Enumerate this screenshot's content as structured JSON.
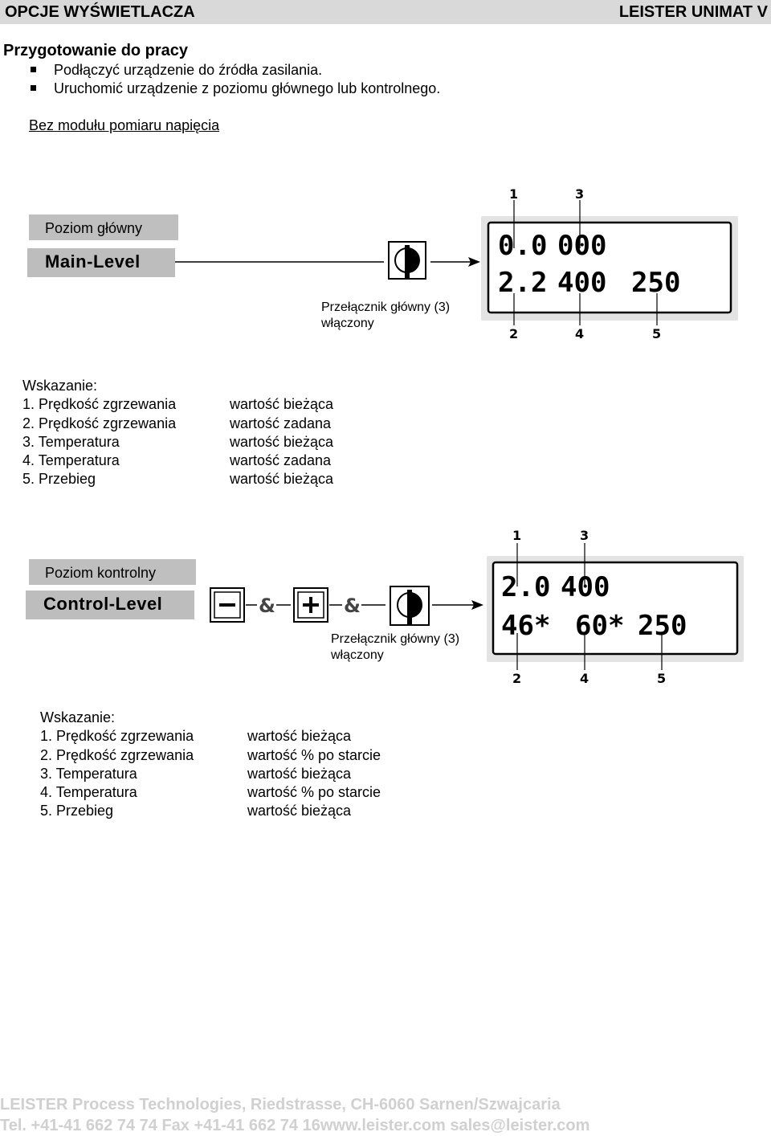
{
  "header": {
    "left": "OPCJE WYŚWIETLACZA",
    "right": "LEISTER UNIMAT V"
  },
  "prep": {
    "title": "Przygotowanie do pracy",
    "bullets": [
      "Podłączyć urządzenie do źródła zasilania.",
      "Uruchomić urządzenie z poziomu głównego lub kontrolnego."
    ]
  },
  "subheading": "Bez modułu pomiaru napięcia",
  "main_level": {
    "bar_label": "Poziom główny",
    "level_name": "Main-Level",
    "switch_note_line1": "Przełącznik główny  (3)",
    "switch_note_line2": "włączony",
    "display": {
      "r1a": "0.0",
      "r1b": "000",
      "r2a": "2.2",
      "r2b": "400",
      "r2c": "250"
    },
    "callouts": {
      "n1": "1",
      "n2": "2",
      "n3": "3",
      "n4": "4",
      "n5": "5"
    },
    "legend_title": "Wskazanie:",
    "legend": [
      {
        "left": "1. Prędkość zgrzewania",
        "right": "wartość bieżąca"
      },
      {
        "left": "2. Prędkość zgrzewania",
        "right": "wartość zadana"
      },
      {
        "left": "3. Temperatura",
        "right": "wartość bieżąca"
      },
      {
        "left": "4. Temperatura",
        "right": "wartość zadana"
      },
      {
        "left": "5. Przebieg",
        "right": "wartość bieżąca"
      }
    ]
  },
  "control_level": {
    "bar_label": "Poziom kontrolny",
    "level_name": "Control-Level",
    "minus": "−",
    "plus": "+",
    "amp": "&",
    "switch_note_line1": "Przełącznik główny  (3)",
    "switch_note_line2": "włączony",
    "display": {
      "r1a": "2.0",
      "r1b": "400",
      "r2a": "46*",
      "r2b": "60*",
      "r2c": "250"
    },
    "callouts": {
      "n1": "1",
      "n2": "2",
      "n3": "3",
      "n4": "4",
      "n5": "5"
    },
    "legend_title": "Wskazanie:",
    "legend": [
      {
        "left": "1. Prędkość zgrzewania",
        "right": "wartość bieżąca"
      },
      {
        "left": "2. Prędkość zgrzewania",
        "right": "wartość % po starcie"
      },
      {
        "left": "3. Temperatura",
        "right": "wartość bieżąca"
      },
      {
        "left": "4. Temperatura",
        "right": "wartość % po starcie"
      },
      {
        "left": "5. Przebieg",
        "right": "wartość bieżąca"
      }
    ]
  },
  "footer": {
    "line1": "LEISTER Process Technologies, Riedstrasse, CH-6060 Sarnen/Szwajcaria",
    "line2": "Tel. +41-41 662 74 74 Fax +41-41 662 74 16www.leister.com    sales@leister.com"
  }
}
